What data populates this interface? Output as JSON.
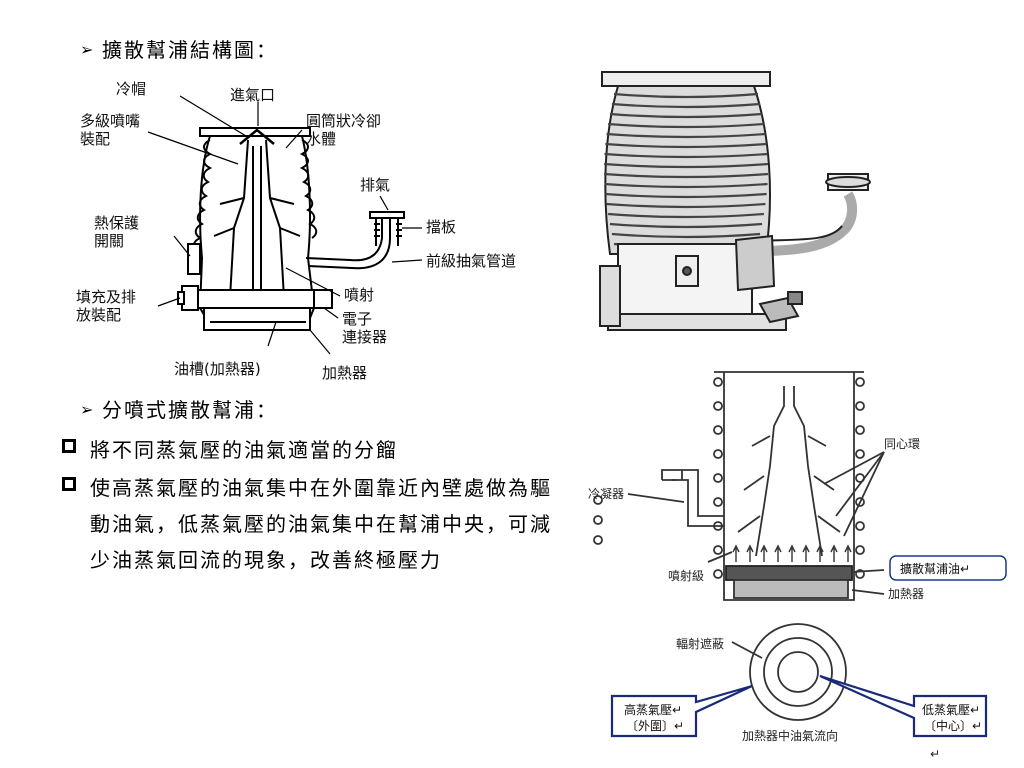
{
  "section1": {
    "heading": "擴散幫浦結構圖："
  },
  "diagram1_labels": {
    "cold_cap": "冷帽",
    "inlet": "進氣口",
    "nozzle_line1": "多級噴嘴",
    "nozzle_line2": "裝配",
    "cooling_line1": "圓筒狀冷卻",
    "cooling_line2": "水體",
    "exhaust": "排氣",
    "baffle": "擋板",
    "foreline": "前級抽氣管道",
    "thermal_line1": "熱保護",
    "thermal_line2": "開關",
    "jet": "噴射",
    "fill_line1": "填充及排",
    "fill_line2": "放裝配",
    "elec_line1": "電子",
    "elec_line2": "連接器",
    "oil_tank": "油槽(加熱器)",
    "heater": "加熱器"
  },
  "section2": {
    "heading": "分噴式擴散幫浦：",
    "items": [
      {
        "text": "將不同蒸氣壓的油氣適當的分餾"
      },
      {
        "text": "使高蒸氣壓的油氣集中在外圍靠近內壁處做為驅動油氣，低蒸氣壓的油氣集中在幫浦中央，可減少油蒸氣回流的現象，改善終極壓力"
      }
    ]
  },
  "diagram3_labels": {
    "concentric": "同心環",
    "condenser": "冷凝器",
    "jet_stage": "噴射級",
    "pump_oil": "擴散幫浦油↵",
    "heater": "加熱器",
    "radiation_shield": "輻射遮蔽",
    "high_vapor_line1": "高蒸氣壓↵",
    "high_vapor_line2": "〔外圍〕↵",
    "low_vapor_line1": "低蒸氣壓↵",
    "low_vapor_line2": "〔中心〕↵",
    "flow_caption": "加熱器中油氣流向",
    "return_mark": "↵"
  }
}
